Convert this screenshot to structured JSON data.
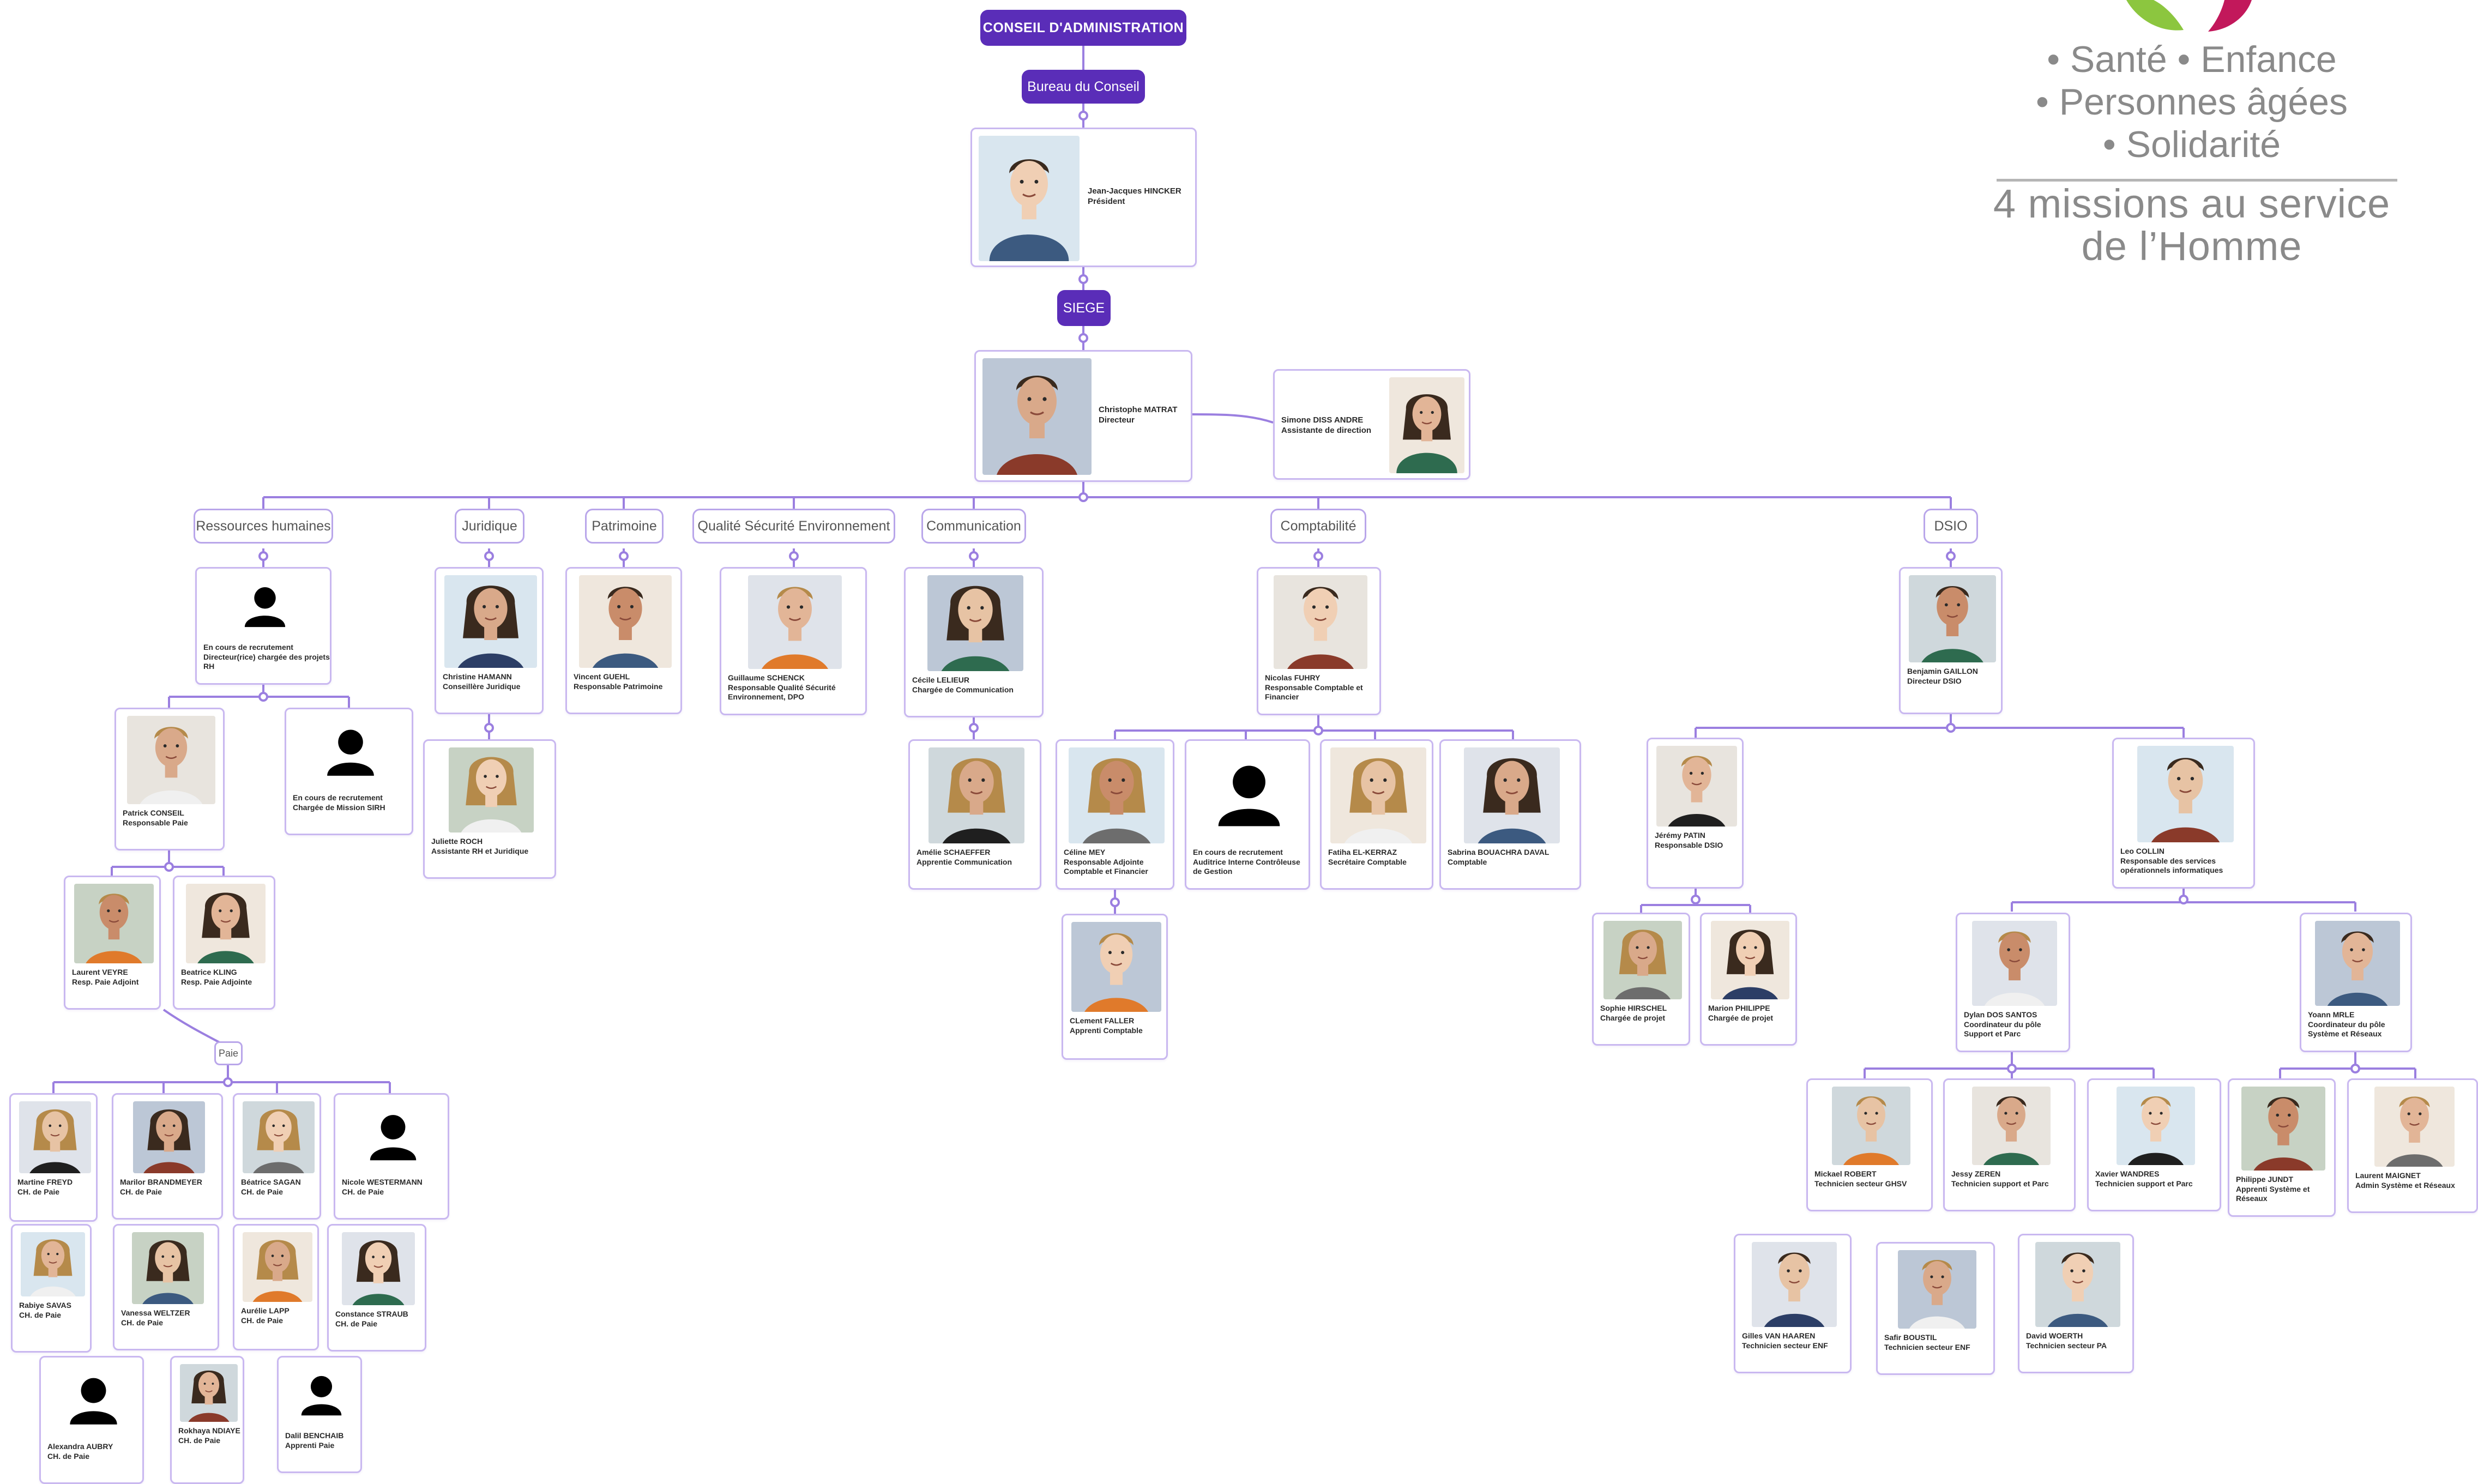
{
  "governance": {
    "board": "CONSEIL D'ADMINISTRATION",
    "bureau": "Bureau du Conseil",
    "president": {
      "name": "Jean-Jacques HINCKER",
      "role": "Président"
    },
    "siege": "SIEGE",
    "director": {
      "name": "Christophe MATRAT",
      "role": "Directeur"
    },
    "assistant": {
      "name": "Simone DISS ANDRE",
      "role": "Assistante de direction"
    }
  },
  "branding": {
    "line1": "• Santé • Enfance",
    "line2": "• Personnes âgées",
    "line3": "• Solidarité",
    "tagline1": "4 missions au service",
    "tagline2": "de l’Homme",
    "accent": "#5a2db8",
    "connector": "#9b7fe0",
    "logo_green": "#8cc63f",
    "logo_red": "#c2185b"
  },
  "departments": [
    "Ressources humaines",
    "Juridique",
    "Patrimoine",
    "Qualité Sécurité Environnement",
    "Communication",
    "Comptabilité",
    "DSIO"
  ],
  "sub_unit": "Paie",
  "people": [
    {
      "name": "En cours de recrutement",
      "role": "Directeur(rice) chargée des projets RH",
      "photo": "placeholder"
    },
    {
      "name": "Patrick CONSEIL",
      "role": "Responsable Paie",
      "photo": "man"
    },
    {
      "name": "En cours de recrutement",
      "role": "Chargée de Mission SIRH",
      "photo": "placeholder"
    },
    {
      "name": "Laurent VEYRE",
      "role": "Resp. Paie Adjoint",
      "photo": "man"
    },
    {
      "name": "Beatrice KLING",
      "role": "Resp. Paie Adjointe",
      "photo": "woman"
    },
    {
      "name": "Martine FREYD",
      "role": "CH. de Paie",
      "photo": "woman"
    },
    {
      "name": "Marilor BRANDMEYER",
      "role": "CH. de Paie",
      "photo": "woman"
    },
    {
      "name": "Béatrice SAGAN",
      "role": "CH. de Paie",
      "photo": "woman"
    },
    {
      "name": "Nicole WESTERMANN",
      "role": "CH. de Paie",
      "photo": "placeholder"
    },
    {
      "name": "Rabiye SAVAS",
      "role": "CH. de Paie",
      "photo": "woman"
    },
    {
      "name": "Vanessa WELTZER",
      "role": "CH. de Paie",
      "photo": "woman"
    },
    {
      "name": "Aurélie LAPP",
      "role": "CH. de Paie",
      "photo": "woman"
    },
    {
      "name": "Constance STRAUB",
      "role": "CH. de Paie",
      "photo": "woman"
    },
    {
      "name": "Alexandra AUBRY",
      "role": "CH. de Paie",
      "photo": "placeholder"
    },
    {
      "name": "Rokhaya NDIAYE",
      "role": "CH. de Paie",
      "photo": "woman"
    },
    {
      "name": "Dalil BENCHAIB",
      "role": "Apprenti Paie",
      "photo": "placeholder"
    },
    {
      "name": "Christine HAMANN",
      "role": "Conseillère Juridique",
      "photo": "woman"
    },
    {
      "name": "Juliette ROCH",
      "role": "Assistante RH et Juridique",
      "photo": "woman"
    },
    {
      "name": "Vincent GUEHL",
      "role": "Responsable Patrimoine",
      "photo": "man"
    },
    {
      "name": "Guillaume SCHENCK",
      "role": "Responsable Qualité Sécurité Environnement, DPO",
      "photo": "man"
    },
    {
      "name": "Cécile LELIEUR",
      "role": "Chargée de Communication",
      "photo": "woman"
    },
    {
      "name": "Amélie SCHAEFFER",
      "role": "Apprentie Communication",
      "photo": "woman"
    },
    {
      "name": "Nicolas FUHRY",
      "role": "Responsable Comptable et Financier",
      "photo": "man"
    },
    {
      "name": "Céline MEY",
      "role": "Responsable Adjointe Comptable et Financier",
      "photo": "woman"
    },
    {
      "name": "En cours de recrutement",
      "role": "Auditrice Interne Contrôleuse de Gestion",
      "photo": "placeholder"
    },
    {
      "name": "Fatiha EL-KERRAZ",
      "role": "Secrétaire Comptable",
      "photo": "woman"
    },
    {
      "name": "Sabrina BOUACHRA DAVAL",
      "role": "Comptable",
      "photo": "woman"
    },
    {
      "name": "CLement FALLER",
      "role": "Apprenti Comptable",
      "photo": "man"
    },
    {
      "name": "Benjamin GAILLON",
      "role": "Directeur DSIO",
      "photo": "man"
    },
    {
      "name": "Jérémy PATIN",
      "role": "Responsable DSIO",
      "photo": "man"
    },
    {
      "name": "Leo COLLIN",
      "role": "Responsable des services opérationnels informatiques",
      "photo": "man"
    },
    {
      "name": "Sophie HIRSCHEL",
      "role": "Chargée de projet",
      "photo": "woman"
    },
    {
      "name": "Marion PHILIPPE",
      "role": "Chargée de projet",
      "photo": "woman"
    },
    {
      "name": "Dylan DOS SANTOS",
      "role": "Coordinateur du pôle Support et Parc",
      "photo": "man"
    },
    {
      "name": "Yoann MRLE",
      "role": "Coordinateur du pôle Système et Réseaux",
      "photo": "man"
    },
    {
      "name": "Mickael ROBERT",
      "role": "Technicien secteur GHSV",
      "photo": "man"
    },
    {
      "name": "Jessy ZEREN",
      "role": "Technicien support et Parc",
      "photo": "man"
    },
    {
      "name": "Xavier WANDRES",
      "role": "Technicien support et Parc",
      "photo": "man"
    },
    {
      "name": "Philippe JUNDT",
      "role": "Apprenti Système et Réseaux",
      "photo": "man"
    },
    {
      "name": "Laurent MAIGNET",
      "role": "Admin Système et Réseaux",
      "photo": "man"
    },
    {
      "name": "Gilles VAN HAAREN",
      "role": "Technicien secteur ENF",
      "photo": "man"
    },
    {
      "name": "Safir BOUSTIL",
      "role": "Technicien secteur ENF",
      "photo": "man"
    },
    {
      "name": "David WOERTH",
      "role": "Technicien secteur PA",
      "photo": "man"
    }
  ]
}
